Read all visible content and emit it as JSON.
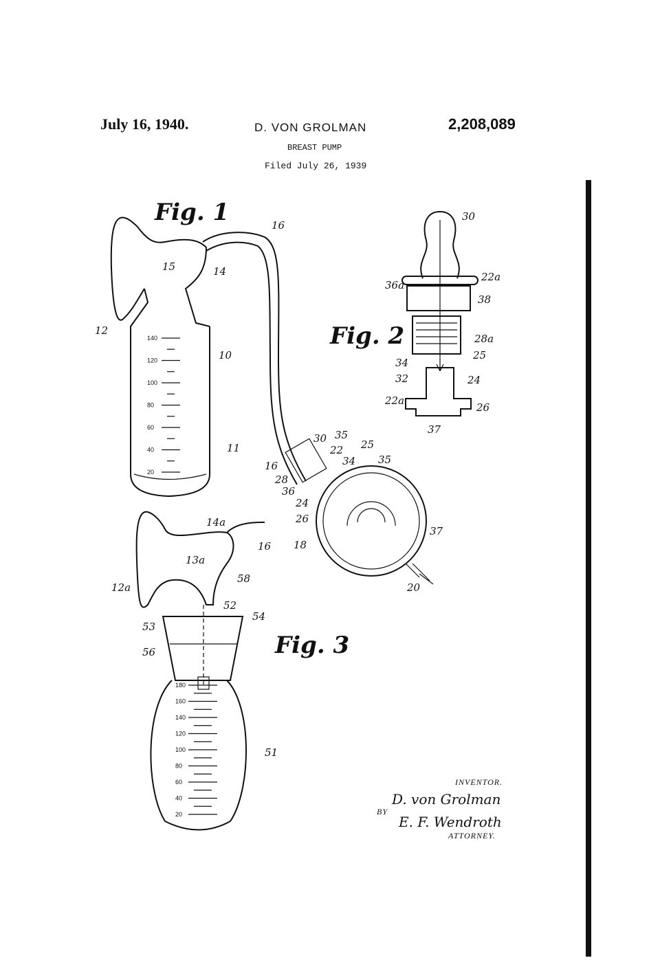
{
  "header": {
    "date": "July 16, 1940.",
    "inventor": "D. VON GROLMAN",
    "patent_number": "2,208,089",
    "title": "BREAST PUMP",
    "filed": "Filed July 26, 1939"
  },
  "figures": {
    "fig1": "Fig. 1",
    "fig2": "Fig. 2",
    "fig3": "Fig. 3"
  },
  "fig1_graduations": [
    "140",
    "120",
    "100",
    "80",
    "60",
    "40",
    "20"
  ],
  "fig3_graduations": [
    "180",
    "160",
    "140",
    "120",
    "100",
    "80",
    "60",
    "40",
    "20"
  ],
  "labels": {
    "fig1": [
      "16",
      "15",
      "14",
      "12",
      "10",
      "11",
      "30",
      "35",
      "22",
      "25",
      "34",
      "35",
      "16",
      "28",
      "36",
      "24",
      "26",
      "18",
      "37",
      "20"
    ],
    "fig2": [
      "30",
      "22a",
      "36a",
      "38",
      "28a",
      "25",
      "34",
      "32",
      "24",
      "22a",
      "26",
      "37"
    ],
    "fig3": [
      "14a",
      "16",
      "13a",
      "58",
      "12a",
      "52",
      "54",
      "53",
      "56",
      "51"
    ]
  },
  "signature": {
    "inventor_caption": "INVENTOR.",
    "inventor_signature": "D. von Grolman",
    "by": "BY",
    "attorney_signature": "E. F. Wendroth",
    "attorney_caption": "ATTORNEY."
  }
}
